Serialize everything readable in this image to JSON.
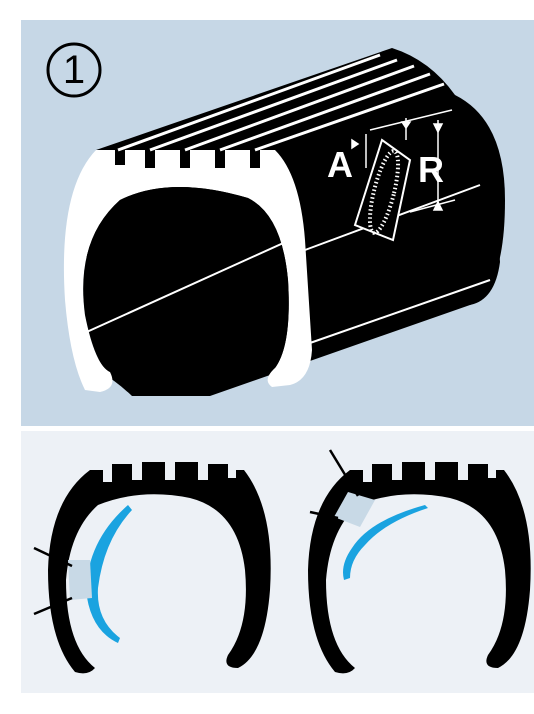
{
  "step": {
    "number": "1"
  },
  "labels": {
    "axial": "A",
    "radial": "R"
  },
  "colors": {
    "top_background": "#c6d7e6",
    "bottom_background": "#edf1f6",
    "tire": "#000000",
    "inner_liner_highlight": "#1aa3e0",
    "wear_zone": "#c8d9e6"
  },
  "icons": {
    "tire_cutaway": "tire-section-icon",
    "bead_ring": "bead-chain-icon",
    "sidewall_damage_left": "tire-cross-section-icon",
    "sidewall_damage_right": "tire-cross-section-icon"
  }
}
